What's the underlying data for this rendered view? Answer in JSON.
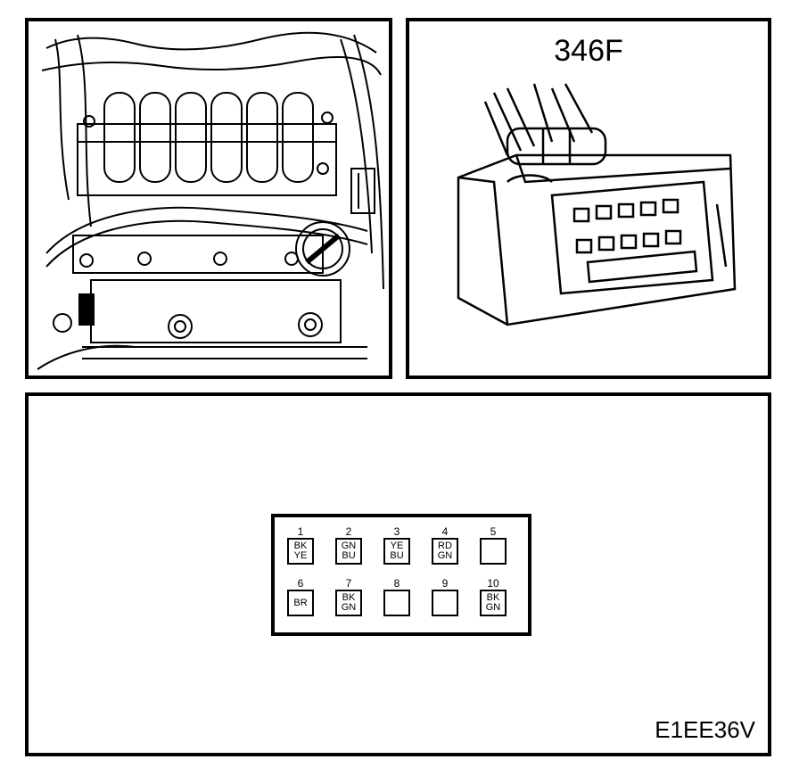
{
  "connector": {
    "title": "346F"
  },
  "pinout": {
    "code": "E1EE36V",
    "pins": [
      {
        "num": "1",
        "c1": "BK",
        "c2": "YE"
      },
      {
        "num": "2",
        "c1": "GN",
        "c2": "BU"
      },
      {
        "num": "3",
        "c1": "YE",
        "c2": "BU"
      },
      {
        "num": "4",
        "c1": "RD",
        "c2": "GN"
      },
      {
        "num": "5",
        "c1": "",
        "c2": ""
      },
      {
        "num": "6",
        "c1": "BR",
        "c2": ""
      },
      {
        "num": "7",
        "c1": "BK",
        "c2": "GN"
      },
      {
        "num": "8",
        "c1": "",
        "c2": ""
      },
      {
        "num": "9",
        "c1": "",
        "c2": ""
      },
      {
        "num": "10",
        "c1": "BK",
        "c2": "GN"
      }
    ]
  }
}
